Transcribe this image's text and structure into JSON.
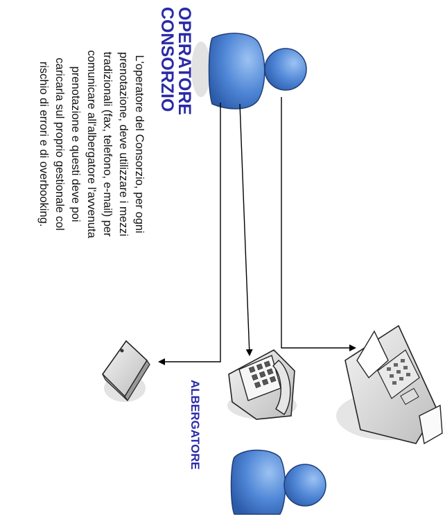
{
  "diagram": {
    "operator_title_line1": "OPERATORE",
    "operator_title_line2": "CONSORZIO",
    "description_lines": [
      "L'operatore del Consorzio, per ogni",
      "prenotazione, deve utilizzare i mezzi",
      "tradizionali (fax, telefono, e-mail) per",
      "comunicare all'albergatore l'avvenuta",
      "prenotazione e questi deve poi",
      "caricarla sul proprio gestionale col",
      "rischio di errori e di overbooking."
    ],
    "hotelier_label": "ALBERGATORE",
    "colors": {
      "title": "#2a2aa8",
      "person_fill": "#4f86d6",
      "person_stroke": "#1f3f78",
      "device_gray": "#d9d9d9",
      "line": "#000000"
    },
    "icons": [
      "operator-person-icon",
      "email-device-icon",
      "telephone-icon",
      "fax-machine-icon",
      "hotelier-person-icon"
    ]
  }
}
